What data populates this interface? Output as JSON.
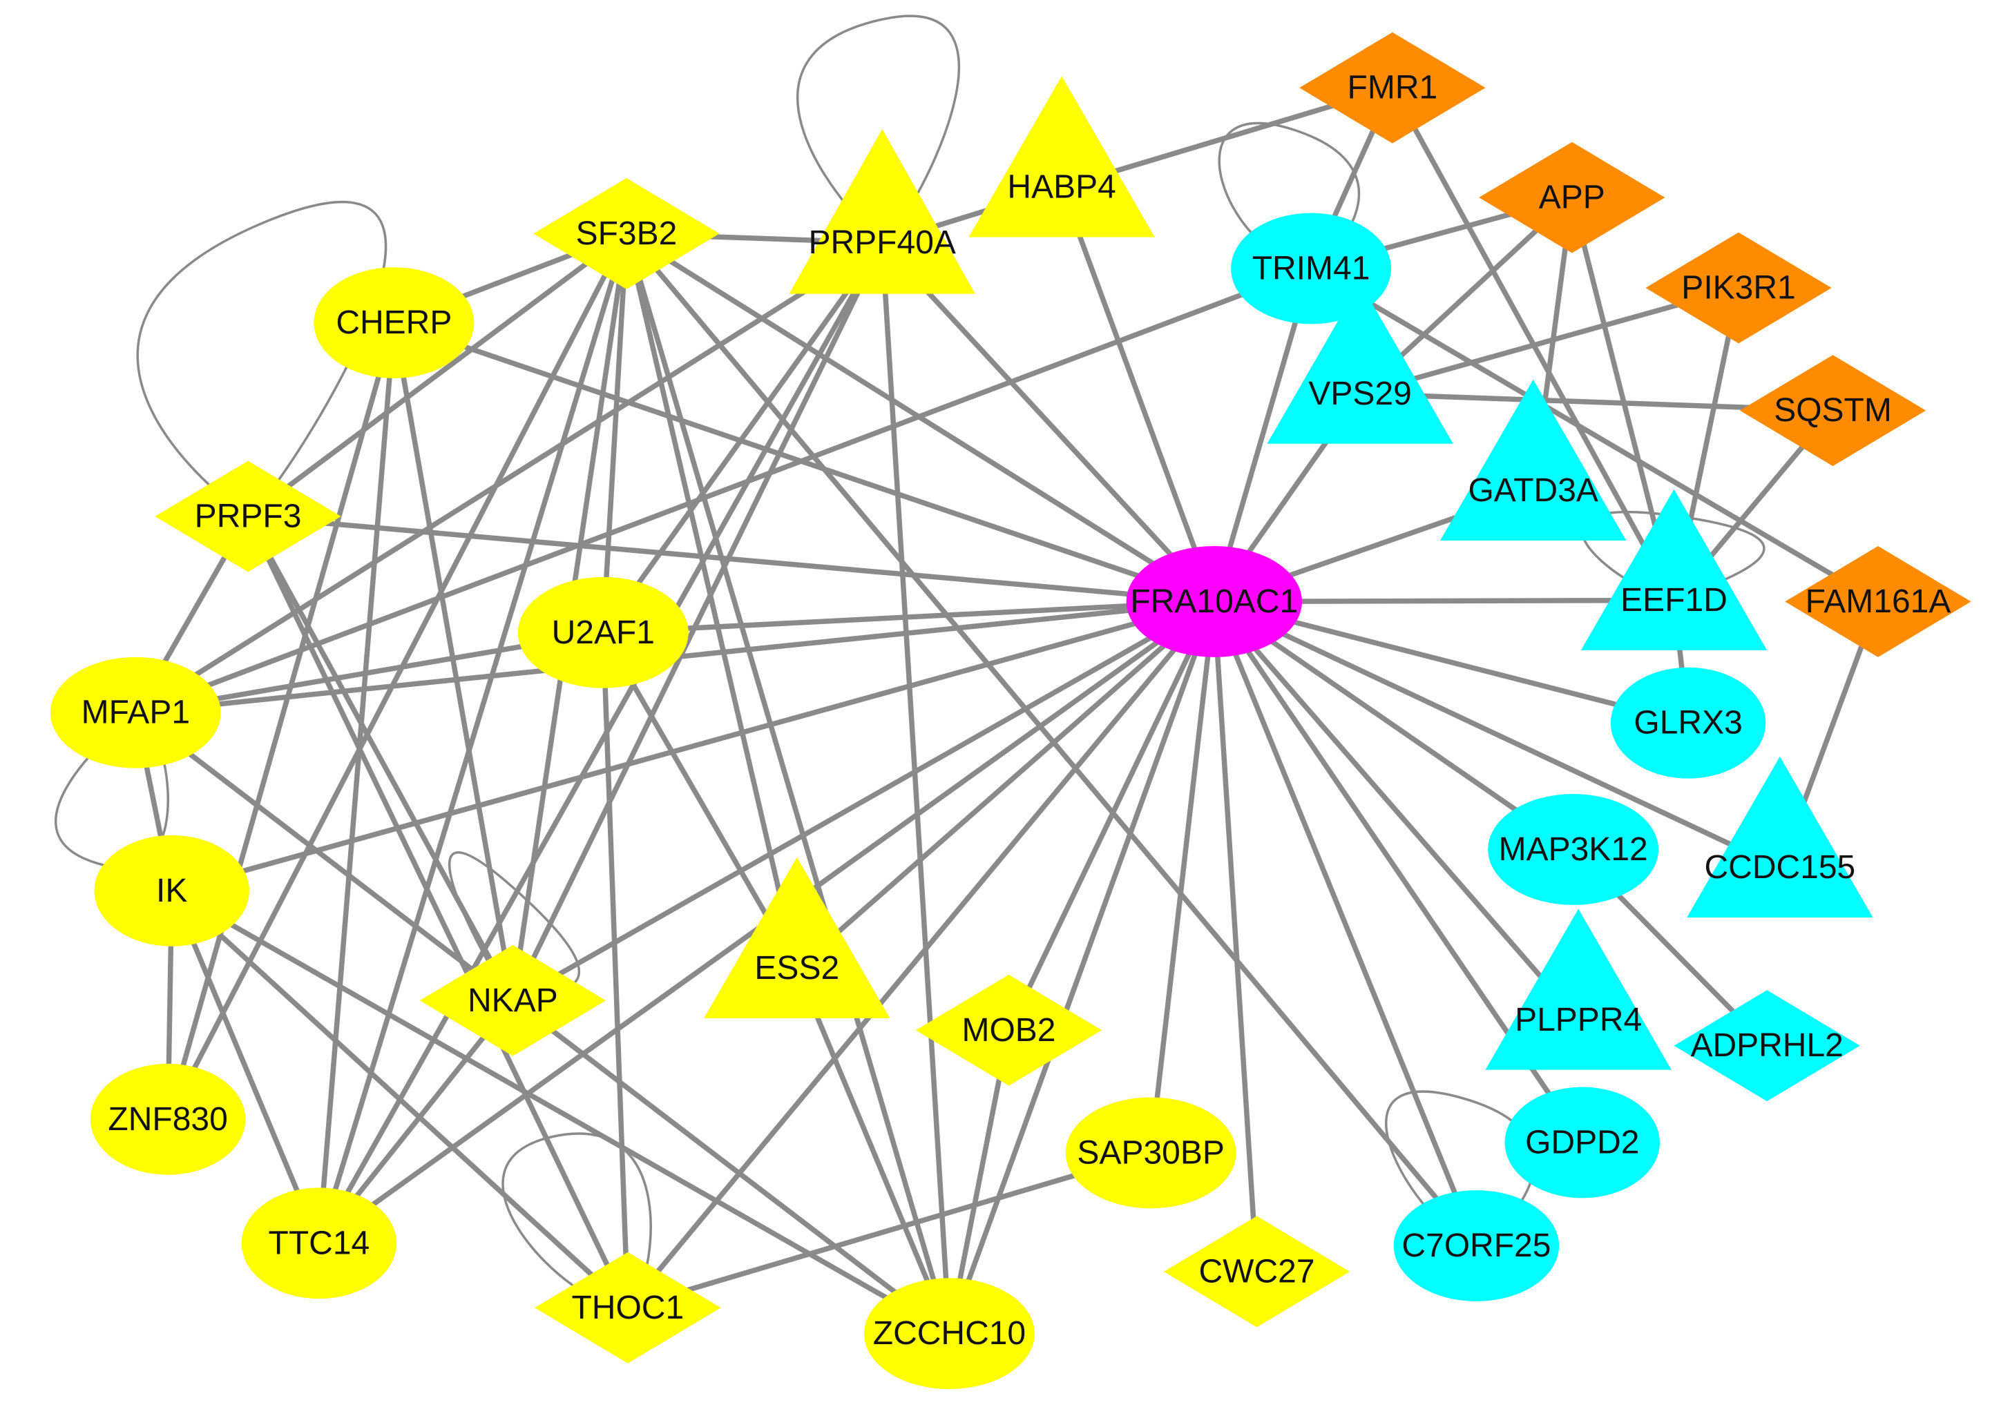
{
  "colors": {
    "background": "#ffffff",
    "edge": "#8a8a8a",
    "center": "#ff00ff",
    "yellow": "#ffff00",
    "orange": "#ff8c00",
    "cyan": "#00ffff"
  },
  "nodes": [
    {
      "id": "FRA10AC1",
      "label": "FRA10AC1",
      "shape": "ellipse",
      "color": "center"
    },
    {
      "id": "SF3B2",
      "label": "SF3B2",
      "shape": "diamond",
      "color": "yellow"
    },
    {
      "id": "PRPF40A",
      "label": "PRPF40A",
      "shape": "triangle",
      "color": "yellow"
    },
    {
      "id": "HABP4",
      "label": "HABP4",
      "shape": "triangle",
      "color": "yellow"
    },
    {
      "id": "CHERP",
      "label": "CHERP",
      "shape": "ellipse",
      "color": "yellow"
    },
    {
      "id": "PRPF3",
      "label": "PRPF3",
      "shape": "diamond",
      "color": "yellow"
    },
    {
      "id": "U2AF1",
      "label": "U2AF1",
      "shape": "ellipse",
      "color": "yellow"
    },
    {
      "id": "MFAP1",
      "label": "MFAP1",
      "shape": "ellipse",
      "color": "yellow"
    },
    {
      "id": "IK",
      "label": "IK",
      "shape": "ellipse",
      "color": "yellow"
    },
    {
      "id": "ZNF830",
      "label": "ZNF830",
      "shape": "ellipse",
      "color": "yellow"
    },
    {
      "id": "TTC14",
      "label": "TTC14",
      "shape": "ellipse",
      "color": "yellow"
    },
    {
      "id": "NKAP",
      "label": "NKAP",
      "shape": "diamond",
      "color": "yellow"
    },
    {
      "id": "ESS2",
      "label": "ESS2",
      "shape": "triangle",
      "color": "yellow"
    },
    {
      "id": "MOB2",
      "label": "MOB2",
      "shape": "diamond",
      "color": "yellow"
    },
    {
      "id": "THOC1",
      "label": "THOC1",
      "shape": "diamond",
      "color": "yellow"
    },
    {
      "id": "ZCCHC10",
      "label": "ZCCHC10",
      "shape": "ellipse",
      "color": "yellow"
    },
    {
      "id": "SAP30BP",
      "label": "SAP30BP",
      "shape": "ellipse",
      "color": "yellow"
    },
    {
      "id": "CWC27",
      "label": "CWC27",
      "shape": "diamond",
      "color": "yellow"
    },
    {
      "id": "FMR1",
      "label": "FMR1",
      "shape": "diamond",
      "color": "orange"
    },
    {
      "id": "APP",
      "label": "APP",
      "shape": "diamond",
      "color": "orange"
    },
    {
      "id": "PIK3R1",
      "label": "PIK3R1",
      "shape": "diamond",
      "color": "orange"
    },
    {
      "id": "SQSTM",
      "label": "SQSTM",
      "shape": "diamond",
      "color": "orange"
    },
    {
      "id": "FAM161A",
      "label": "FAM161A",
      "shape": "diamond",
      "color": "orange"
    },
    {
      "id": "TRIM41",
      "label": "TRIM41",
      "shape": "ellipse",
      "color": "cyan"
    },
    {
      "id": "VPS29",
      "label": "VPS29",
      "shape": "triangle",
      "color": "cyan"
    },
    {
      "id": "GATD3A",
      "label": "GATD3A",
      "shape": "triangle",
      "color": "cyan"
    },
    {
      "id": "EEF1D",
      "label": "EEF1D",
      "shape": "triangle",
      "color": "cyan"
    },
    {
      "id": "GLRX3",
      "label": "GLRX3",
      "shape": "ellipse",
      "color": "cyan"
    },
    {
      "id": "MAP3K12",
      "label": "MAP3K12",
      "shape": "ellipse",
      "color": "cyan"
    },
    {
      "id": "CCDC155",
      "label": "CCDC155",
      "shape": "triangle",
      "color": "cyan"
    },
    {
      "id": "PLPPR4",
      "label": "PLPPR4",
      "shape": "triangle",
      "color": "cyan"
    },
    {
      "id": "ADPRHL2",
      "label": "ADPRHL2",
      "shape": "diamond",
      "color": "cyan"
    },
    {
      "id": "GDPD2",
      "label": "GDPD2",
      "shape": "ellipse",
      "color": "cyan"
    },
    {
      "id": "C7ORF25",
      "label": "C7ORF25",
      "shape": "ellipse",
      "color": "cyan"
    }
  ],
  "edges": [
    [
      "FRA10AC1",
      "SF3B2"
    ],
    [
      "FRA10AC1",
      "PRPF40A"
    ],
    [
      "FRA10AC1",
      "HABP4"
    ],
    [
      "FRA10AC1",
      "CHERP"
    ],
    [
      "FRA10AC1",
      "PRPF3"
    ],
    [
      "FRA10AC1",
      "U2AF1"
    ],
    [
      "FRA10AC1",
      "MFAP1"
    ],
    [
      "FRA10AC1",
      "IK"
    ],
    [
      "FRA10AC1",
      "TTC14"
    ],
    [
      "FRA10AC1",
      "NKAP"
    ],
    [
      "FRA10AC1",
      "ESS2"
    ],
    [
      "FRA10AC1",
      "MOB2"
    ],
    [
      "FRA10AC1",
      "THOC1"
    ],
    [
      "FRA10AC1",
      "ZCCHC10"
    ],
    [
      "FRA10AC1",
      "SAP30BP"
    ],
    [
      "FRA10AC1",
      "CWC27"
    ],
    [
      "FRA10AC1",
      "TRIM41"
    ],
    [
      "FRA10AC1",
      "VPS29"
    ],
    [
      "FRA10AC1",
      "GATD3A"
    ],
    [
      "FRA10AC1",
      "EEF1D"
    ],
    [
      "FRA10AC1",
      "GLRX3"
    ],
    [
      "FRA10AC1",
      "MAP3K12"
    ],
    [
      "FRA10AC1",
      "CCDC155"
    ],
    [
      "FRA10AC1",
      "PLPPR4"
    ],
    [
      "FRA10AC1",
      "GDPD2"
    ],
    [
      "FRA10AC1",
      "C7ORF25"
    ],
    [
      "SF3B2",
      "PRPF40A"
    ],
    [
      "SF3B2",
      "CHERP"
    ],
    [
      "SF3B2",
      "U2AF1"
    ],
    [
      "SF3B2",
      "PRPF3"
    ],
    [
      "SF3B2",
      "ZNF830"
    ],
    [
      "SF3B2",
      "TTC14"
    ],
    [
      "SF3B2",
      "NKAP"
    ],
    [
      "SF3B2",
      "ESS2"
    ],
    [
      "SF3B2",
      "ZCCHC10"
    ],
    [
      "SF3B2",
      "C7ORF25"
    ],
    [
      "PRPF40A",
      "HABP4"
    ],
    [
      "PRPF40A",
      "U2AF1"
    ],
    [
      "PRPF40A",
      "TTC14"
    ],
    [
      "PRPF40A",
      "NKAP"
    ],
    [
      "PRPF40A",
      "ZCCHC10"
    ],
    [
      "PRPF40A",
      "MFAP1"
    ],
    [
      "HABP4",
      "FMR1"
    ],
    [
      "CHERP",
      "TTC14"
    ],
    [
      "CHERP",
      "NKAP"
    ],
    [
      "PRPF3",
      "MFAP1"
    ],
    [
      "PRPF3",
      "NKAP"
    ],
    [
      "PRPF3",
      "THOC1"
    ],
    [
      "U2AF1",
      "MFAP1"
    ],
    [
      "U2AF1",
      "THOC1"
    ],
    [
      "U2AF1",
      "ESS2"
    ],
    [
      "MFAP1",
      "IK"
    ],
    [
      "MFAP1",
      "ZCCHC10"
    ],
    [
      "MFAP1",
      "TRIM41"
    ],
    [
      "IK",
      "ZNF830"
    ],
    [
      "IK",
      "TTC14"
    ],
    [
      "IK",
      "THOC1"
    ],
    [
      "IK",
      "ZCCHC10"
    ],
    [
      "ESS2",
      "ZCCHC10"
    ],
    [
      "MOB2",
      "ZCCHC10"
    ],
    [
      "SAP30BP",
      "THOC1"
    ],
    [
      "TRIM41",
      "FMR1"
    ],
    [
      "TRIM41",
      "APP"
    ],
    [
      "TRIM41",
      "FAM161A"
    ],
    [
      "VPS29",
      "APP"
    ],
    [
      "VPS29",
      "PIK3R1"
    ],
    [
      "VPS29",
      "SQSTM"
    ],
    [
      "GATD3A",
      "APP"
    ],
    [
      "EEF1D",
      "APP"
    ],
    [
      "EEF1D",
      "FMR1"
    ],
    [
      "EEF1D",
      "SQSTM"
    ],
    [
      "EEF1D",
      "PIK3R1"
    ],
    [
      "EEF1D",
      "GLRX3"
    ],
    [
      "CCDC155",
      "FAM161A"
    ],
    [
      "MAP3K12",
      "ADPRHL2"
    ],
    [
      "NKAP",
      "TTC14"
    ],
    [
      "CHERP",
      "ZNF830"
    ]
  ],
  "self_loops": [
    "PRPF40A",
    "TRIM41",
    "PRPF3",
    "MFAP1",
    "NKAP",
    "THOC1",
    "C7ORF25",
    "EEF1D"
  ]
}
